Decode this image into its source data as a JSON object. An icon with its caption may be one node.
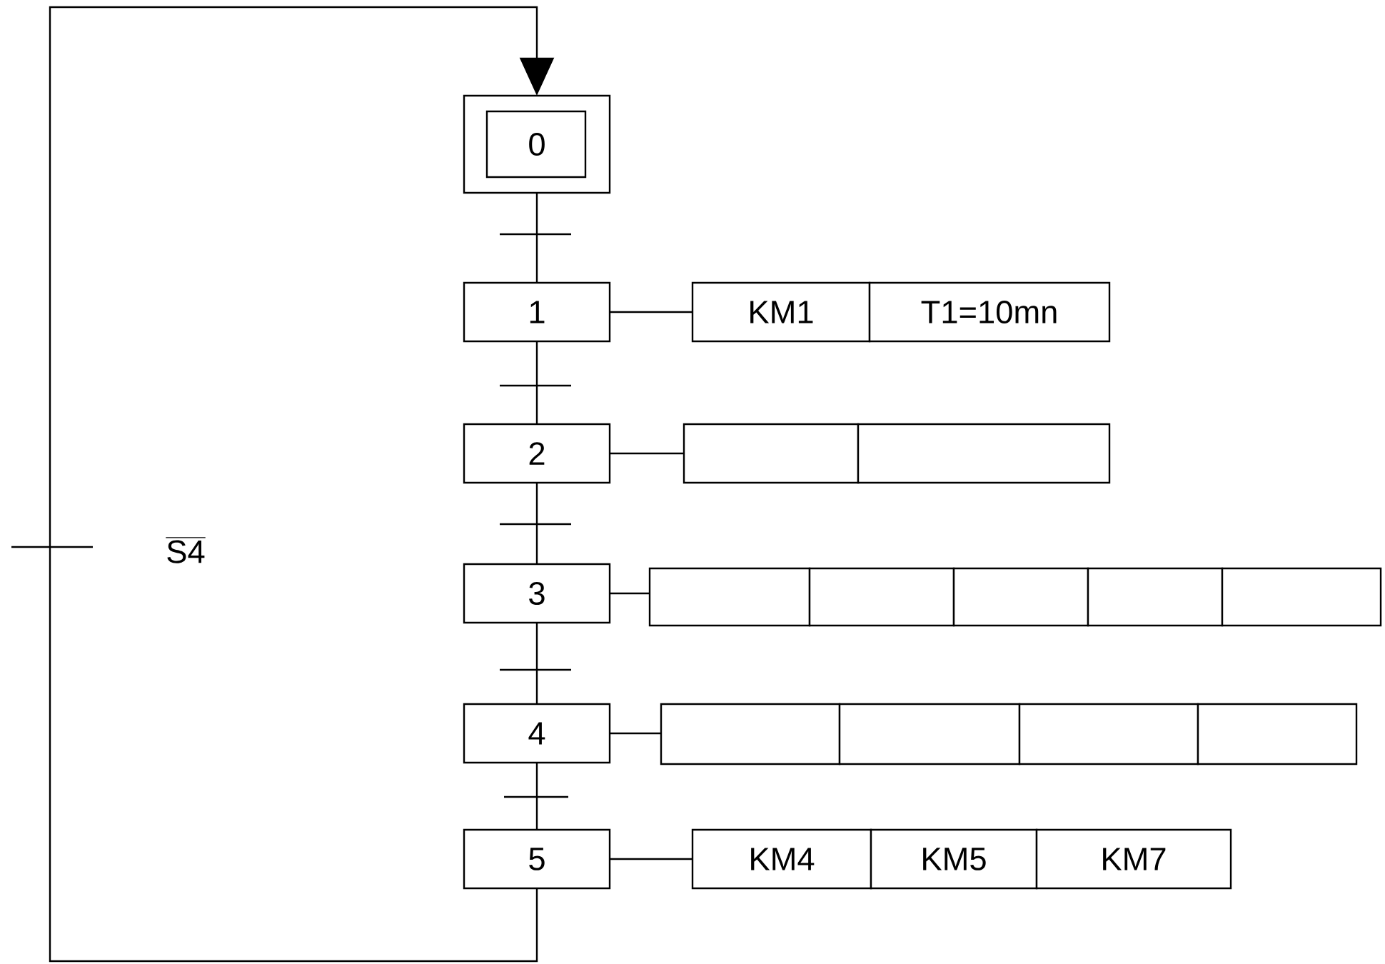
{
  "diagram": {
    "nodes": [
      {
        "text": [
          "0"
        ]
      },
      {
        "text": [
          "1"
        ]
      },
      {
        "text": [
          "KM1"
        ]
      },
      {
        "text": [
          "T1=10mn"
        ]
      },
      {
        "text": [
          "2"
        ]
      },
      {
        "text": [],
        "shape": "box"
      },
      {
        "text": [],
        "shape": "box"
      },
      {
        "text": [
          "3"
        ]
      },
      {
        "text": [],
        "shape": "box"
      },
      {
        "text": [],
        "shape": "box"
      },
      {
        "text": [],
        "shape": "box"
      },
      {
        "text": [],
        "shape": "box"
      },
      {
        "text": [],
        "shape": "box"
      },
      {
        "text": [
          "4"
        ]
      },
      {
        "text": [],
        "shape": "box"
      },
      {
        "text": [],
        "shape": "box"
      },
      {
        "text": [],
        "shape": "box"
      },
      {
        "text": [],
        "shape": "box"
      },
      {
        "text": [
          "5"
        ]
      },
      {
        "text": [
          "KM4"
        ]
      },
      {
        "text": [
          "KM5"
        ]
      },
      {
        "text": [
          "KM7"
        ]
      }
    ],
    "edges": [
      {
        "from": 0,
        "to": 1,
        "arrow": "none"
      },
      {
        "from": 1,
        "to": 2,
        "arrow": "none"
      },
      {
        "from": 1,
        "to": 4,
        "arrow": "none"
      },
      {
        "from": 4,
        "to": 5,
        "arrow": "none"
      },
      {
        "from": 4,
        "to": 7,
        "arrow": "none"
      },
      {
        "from": 7,
        "to": 8,
        "arrow": "none"
      },
      {
        "from": 7,
        "to": 13,
        "arrow": "none"
      },
      {
        "from": 13,
        "to": 14,
        "arrow": "none"
      },
      {
        "from": 13,
        "to": 18,
        "arrow": "none"
      },
      {
        "from": 18,
        "to": 19,
        "arrow": "none"
      },
      {
        "from": 18,
        "to": 0,
        "arrow": "to",
        "label": "S4"
      }
    ]
  }
}
